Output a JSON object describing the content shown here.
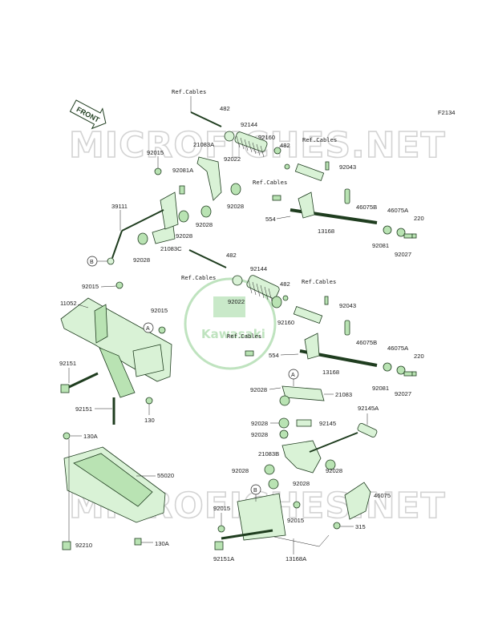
{
  "diagram_id": "F2134",
  "front_label": "FRONT",
  "watermark": {
    "site": "MICROFICHES.NET",
    "brand": "Kawasaki"
  },
  "callouts": {
    "A": "A",
    "B": "B"
  },
  "upper_labels": [
    {
      "id": "ref-cables-1",
      "text": "Ref.Cables"
    },
    {
      "id": "p482-1",
      "text": "482"
    },
    {
      "id": "p92144-1",
      "text": "92144"
    },
    {
      "id": "p92160-1",
      "text": "92160"
    },
    {
      "id": "ref-cables-2",
      "text": "Ref.Cables"
    },
    {
      "id": "p21083a-1",
      "text": "21083A"
    },
    {
      "id": "p482-2",
      "text": "482"
    },
    {
      "id": "p92022-1",
      "text": "92022"
    },
    {
      "id": "p92015-1",
      "text": "92015"
    },
    {
      "id": "p92081a",
      "text": "92081A"
    },
    {
      "id": "p92043-1",
      "text": "92043"
    },
    {
      "id": "ref-cables-3",
      "text": "Ref.Cables"
    },
    {
      "id": "p92028-1",
      "text": "92028"
    },
    {
      "id": "p39111",
      "text": "39111"
    },
    {
      "id": "p46075b-1",
      "text": "46075B"
    },
    {
      "id": "p46075a-1",
      "text": "46075A"
    },
    {
      "id": "p220-1",
      "text": "220"
    },
    {
      "id": "p554-1",
      "text": "554"
    },
    {
      "id": "p13168-1",
      "text": "13168"
    },
    {
      "id": "p92028-2",
      "text": "92028"
    },
    {
      "id": "p92028-3",
      "text": "92028"
    },
    {
      "id": "p21083c",
      "text": "21083C"
    },
    {
      "id": "p92028-4",
      "text": "92028"
    },
    {
      "id": "p92081-1",
      "text": "92081"
    },
    {
      "id": "p92027-1",
      "text": "92027"
    }
  ],
  "middle_labels": [
    {
      "id": "p482-3",
      "text": "482"
    },
    {
      "id": "ref-cables-4",
      "text": "Ref.Cables"
    },
    {
      "id": "p92144-2",
      "text": "92144"
    },
    {
      "id": "p482-4",
      "text": "482"
    },
    {
      "id": "ref-cables-5",
      "text": "Ref.Cables"
    },
    {
      "id": "p92015-2",
      "text": "92015"
    },
    {
      "id": "p92022-2",
      "text": "92022"
    },
    {
      "id": "p11052",
      "text": "11052"
    },
    {
      "id": "p92043-2",
      "text": "92043"
    },
    {
      "id": "p92015-3",
      "text": "92015"
    },
    {
      "id": "p92160-2",
      "text": "92160"
    },
    {
      "id": "ref-cables-6",
      "text": "Ref.Cables"
    },
    {
      "id": "p46075b-2",
      "text": "46075B"
    },
    {
      "id": "p46075a-2",
      "text": "46075A"
    },
    {
      "id": "p554-2",
      "text": "554"
    },
    {
      "id": "p220-2",
      "text": "220"
    },
    {
      "id": "p92151-1",
      "text": "92151"
    },
    {
      "id": "p13168-2",
      "text": "13168"
    },
    {
      "id": "p92081-2",
      "text": "92081"
    },
    {
      "id": "p92027-2",
      "text": "92027"
    },
    {
      "id": "p92028-5",
      "text": "92028"
    },
    {
      "id": "p21083",
      "text": "21083"
    },
    {
      "id": "p92151-2",
      "text": "92151"
    },
    {
      "id": "p130-1",
      "text": "130"
    }
  ],
  "lower_labels": [
    {
      "id": "p92145a",
      "text": "92145A"
    },
    {
      "id": "p130a-1",
      "text": "130A"
    },
    {
      "id": "p92028-6",
      "text": "92028"
    },
    {
      "id": "p92145",
      "text": "92145"
    },
    {
      "id": "p92028-7",
      "text": "92028"
    },
    {
      "id": "p21083b",
      "text": "21083B"
    },
    {
      "id": "p92028-8",
      "text": "92028"
    },
    {
      "id": "p92028-9",
      "text": "92028"
    },
    {
      "id": "p55020",
      "text": "55020"
    },
    {
      "id": "p92028-10",
      "text": "92028"
    },
    {
      "id": "p46075",
      "text": "46075"
    },
    {
      "id": "p92015-4",
      "text": "92015"
    },
    {
      "id": "p92015-5",
      "text": "92015"
    },
    {
      "id": "p315",
      "text": "315"
    },
    {
      "id": "p92210",
      "text": "92210"
    },
    {
      "id": "p130a-2",
      "text": "130A"
    },
    {
      "id": "p92151a",
      "text": "92151A"
    },
    {
      "id": "p13168a",
      "text": "13168A"
    }
  ]
}
